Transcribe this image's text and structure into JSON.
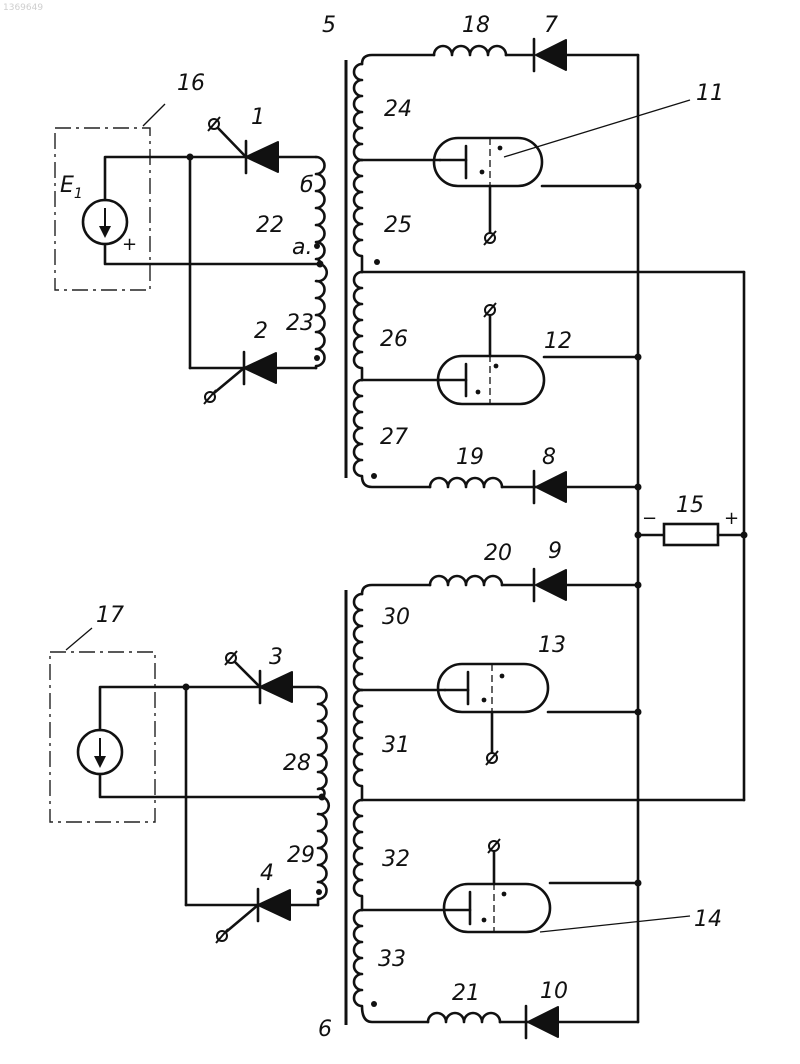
{
  "figure": {
    "id_code": "1369649",
    "labels": {
      "d1": "1",
      "d2": "2",
      "d3": "3",
      "d4": "4",
      "t5": "5",
      "t6": "6",
      "d7": "7",
      "d8": "8",
      "d9": "9",
      "d10": "10",
      "v11": "11",
      "v12": "12",
      "v13": "13",
      "v14": "14",
      "r15": "15",
      "s16": "16",
      "s17": "17",
      "l18": "18",
      "l19": "19",
      "l20": "20",
      "l21": "21",
      "w22": "22",
      "w23": "23",
      "w24": "24",
      "w25": "25",
      "w26": "26",
      "w27": "27",
      "w28": "28",
      "w29": "29",
      "w30": "30",
      "w31": "31",
      "w32": "32",
      "w33": "33"
    },
    "source_label": "E",
    "source_subscript": "1",
    "plus_sign": "+",
    "minus_sign": "−",
    "terminal_b": "б",
    "terminal_a": "a."
  }
}
